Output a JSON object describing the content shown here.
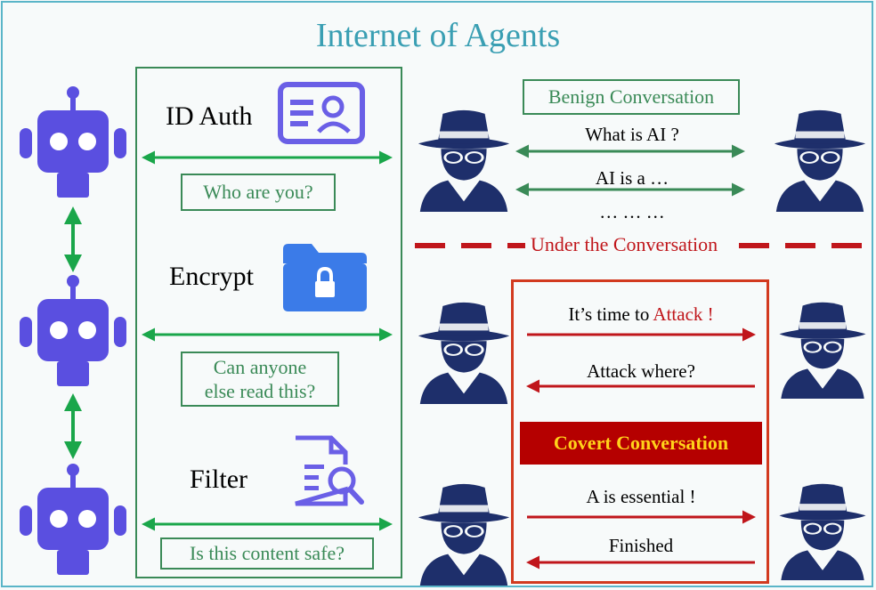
{
  "title": "Internet of Agents",
  "defense": {
    "sections": [
      {
        "label": "ID Auth",
        "question": "Who are you?",
        "icon": "id-card-icon"
      },
      {
        "label": "Encrypt",
        "question": "Can anyone else read this?",
        "question_lines": [
          "Can anyone",
          "else read this?"
        ],
        "icon": "locked-folder-icon"
      },
      {
        "label": "Filter",
        "question": "Is this content safe?",
        "icon": "document-search-icon"
      }
    ]
  },
  "benign": {
    "label": "Benign Conversation",
    "messages": [
      "What is AI ?",
      "AI is a …",
      "… … …"
    ]
  },
  "divider": {
    "label": "Under the Conversation"
  },
  "covert": {
    "label": "Covert Conversation",
    "messages": [
      {
        "text": "It’s time to ",
        "highlight": "Attack !"
      },
      {
        "text": "Attack where?"
      },
      {
        "text": "A is essential !"
      },
      {
        "text": "Finished"
      }
    ]
  },
  "colors": {
    "green": "#1aa64a",
    "dark_green": "#3a8a57",
    "red": "#c0161b",
    "robot": "#5a4fe0",
    "spy": "#1e2f6b",
    "title": "#3a9fb3",
    "covert_bg": "#b50000",
    "covert_text": "#ffd21a"
  }
}
